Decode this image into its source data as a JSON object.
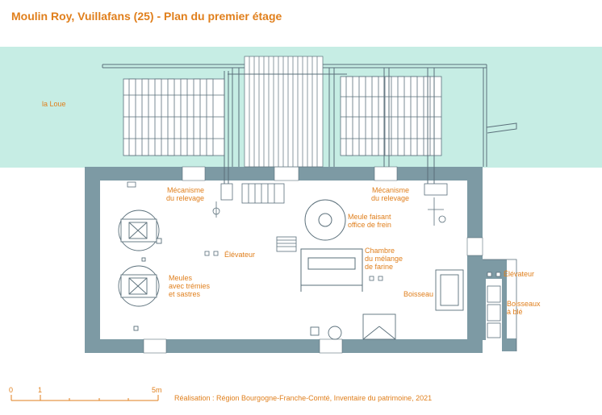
{
  "title": "Moulin Roy, Vuillafans (25) - Plan du premier étage",
  "river_label": "la Loue",
  "labels": {
    "mecanisme_left": [
      "Mécanisme",
      "du relevage"
    ],
    "mecanisme_right": [
      "Mécanisme",
      "du relevage"
    ],
    "meule_frein": [
      "Meule faisant",
      "office de frein"
    ],
    "elevateur_center": "Élévateur",
    "elevateur_right": "Élévateur",
    "chambre": [
      "Chambre",
      "du mélange",
      "de farine"
    ],
    "meules": [
      "Meules",
      "avec trémies",
      "et sastres"
    ],
    "boisseau": "Boisseau",
    "boisseaux_ble": [
      "Boisseaux",
      "à blé"
    ]
  },
  "scale": {
    "ticks": [
      "0",
      "1",
      "5m"
    ]
  },
  "credit": "Réalisation : Région Bourgogne-Franche-Comté, Inventaire du patrimoine, 2021",
  "colors": {
    "accent": "#e07f1c",
    "water": "#c6ede4",
    "wall": "#7d9aa4",
    "line": "#5a6f7a"
  }
}
